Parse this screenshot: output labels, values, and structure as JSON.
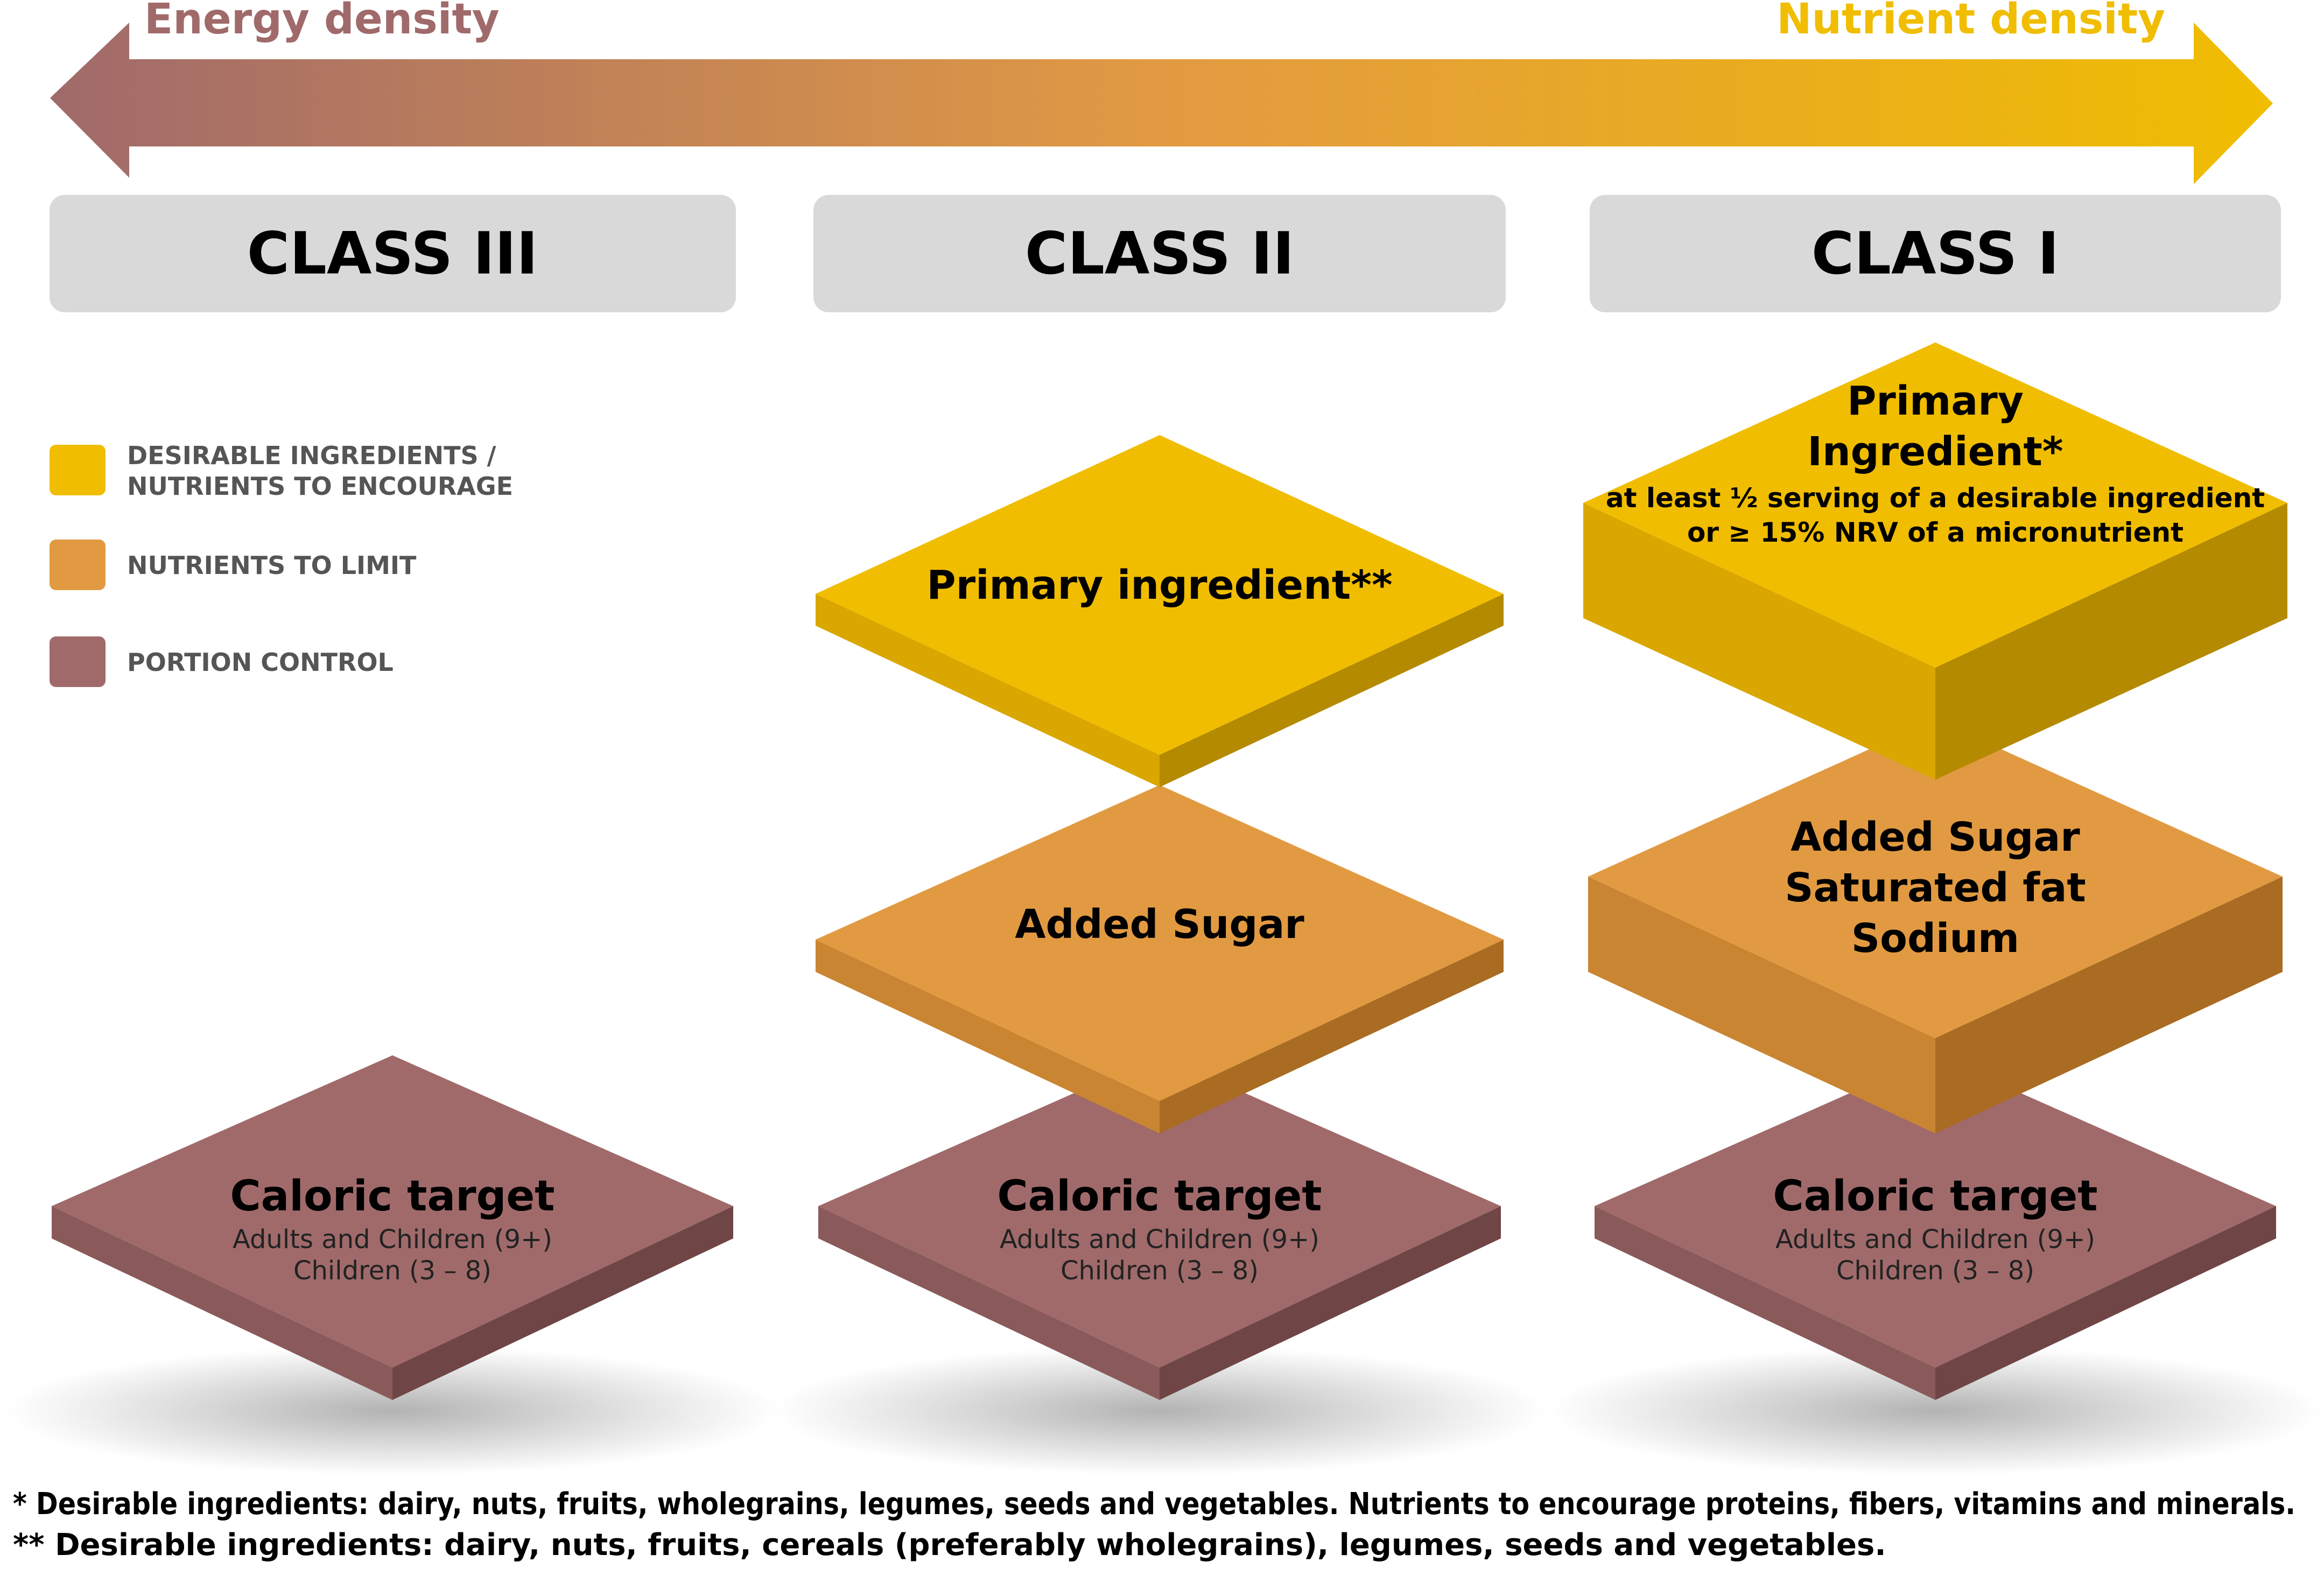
{
  "arrow": {
    "left_label": "Energy density",
    "right_label": "Nutrient density",
    "left_color": "#a06a6b",
    "right_color": "#f0bd00"
  },
  "classes": [
    {
      "label": "CLASS III"
    },
    {
      "label": "CLASS II"
    },
    {
      "label": "CLASS I"
    }
  ],
  "legend": {
    "desirable_line1": "DESIRABLE INGREDIENTS /",
    "desirable_line2": "NUTRIENTS TO ENCOURAGE",
    "limit": "NUTRIENTS TO LIMIT",
    "portion": "PORTION CONTROL"
  },
  "colors": {
    "desirable": "#f0bd00",
    "limit": "#e29a42",
    "portion": "#a06a6b",
    "header_bg": "#d9d9d9"
  },
  "caloric": {
    "title": "Caloric target",
    "line1": "Adults and Children (9+)",
    "line2": "Children (3 – 8)"
  },
  "class2": {
    "limit_label": "Added Sugar",
    "primary_label": "Primary ingredient**"
  },
  "class1": {
    "limit_line1": "Added Sugar",
    "limit_line2": "Saturated fat",
    "limit_line3": "Sodium",
    "primary_line1": "Primary",
    "primary_line2": "Ingredient*",
    "primary_line3": "at least ½ serving of a desirable ingredient",
    "primary_line4": "or ≥ 15% NRV of a micronutrient"
  },
  "footnotes": {
    "fn1": "*  Desirable ingredients: dairy, nuts, fruits, wholegrains, legumes, seeds and vegetables. Nutrients to encourage proteins, fibers, vitamins and minerals.",
    "fn2": "** Desirable ingredients: dairy, nuts, fruits, cereals (preferably wholegrains), legumes, seeds and vegetables."
  }
}
